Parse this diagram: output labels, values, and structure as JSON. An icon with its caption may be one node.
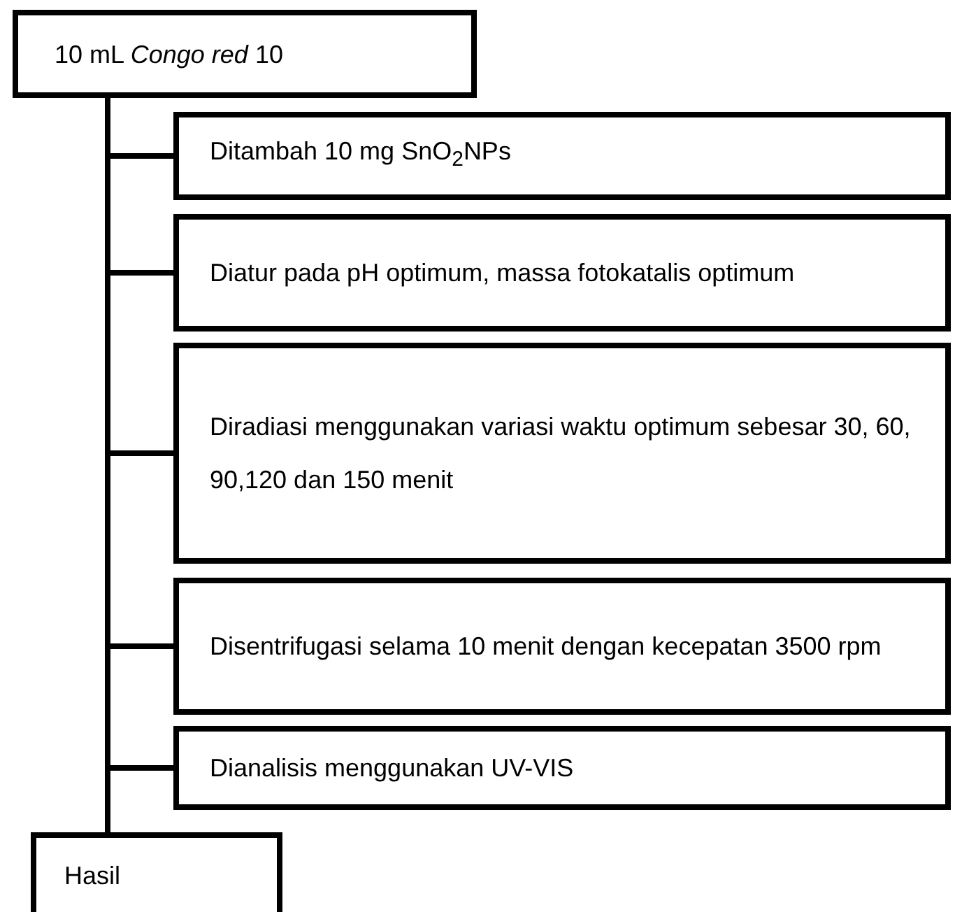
{
  "diagram": {
    "nodes": [
      {
        "text": [
          "10 mL *Congo red* 10"
        ]
      },
      {
        "text": [
          "Ditambah 10 mg SnO$_{2}$NPs"
        ]
      },
      {
        "text": [
          "Diatur pada pH optimum, massa fotokatalis optimum"
        ]
      },
      {
        "text": [
          "Diradiasi menggunakan variasi waktu optimum sebesar 30, 60, 90,120 dan 150 menit"
        ]
      },
      {
        "text": [
          "Disentrifugasi selama 10 menit dengan kecepatan 3500 rpm"
        ]
      },
      {
        "text": [
          "Dianalisis menggunakan UV-VIS"
        ]
      },
      {
        "text": [
          "Hasil"
        ]
      }
    ],
    "edges": [
      {
        "from": 0,
        "to": 1,
        "arrow": "none"
      },
      {
        "from": 0,
        "to": 2,
        "arrow": "none"
      },
      {
        "from": 0,
        "to": 3,
        "arrow": "none"
      },
      {
        "from": 0,
        "to": 4,
        "arrow": "none"
      },
      {
        "from": 0,
        "to": 5,
        "arrow": "none"
      },
      {
        "from": 0,
        "to": 6,
        "arrow": "none"
      }
    ]
  }
}
